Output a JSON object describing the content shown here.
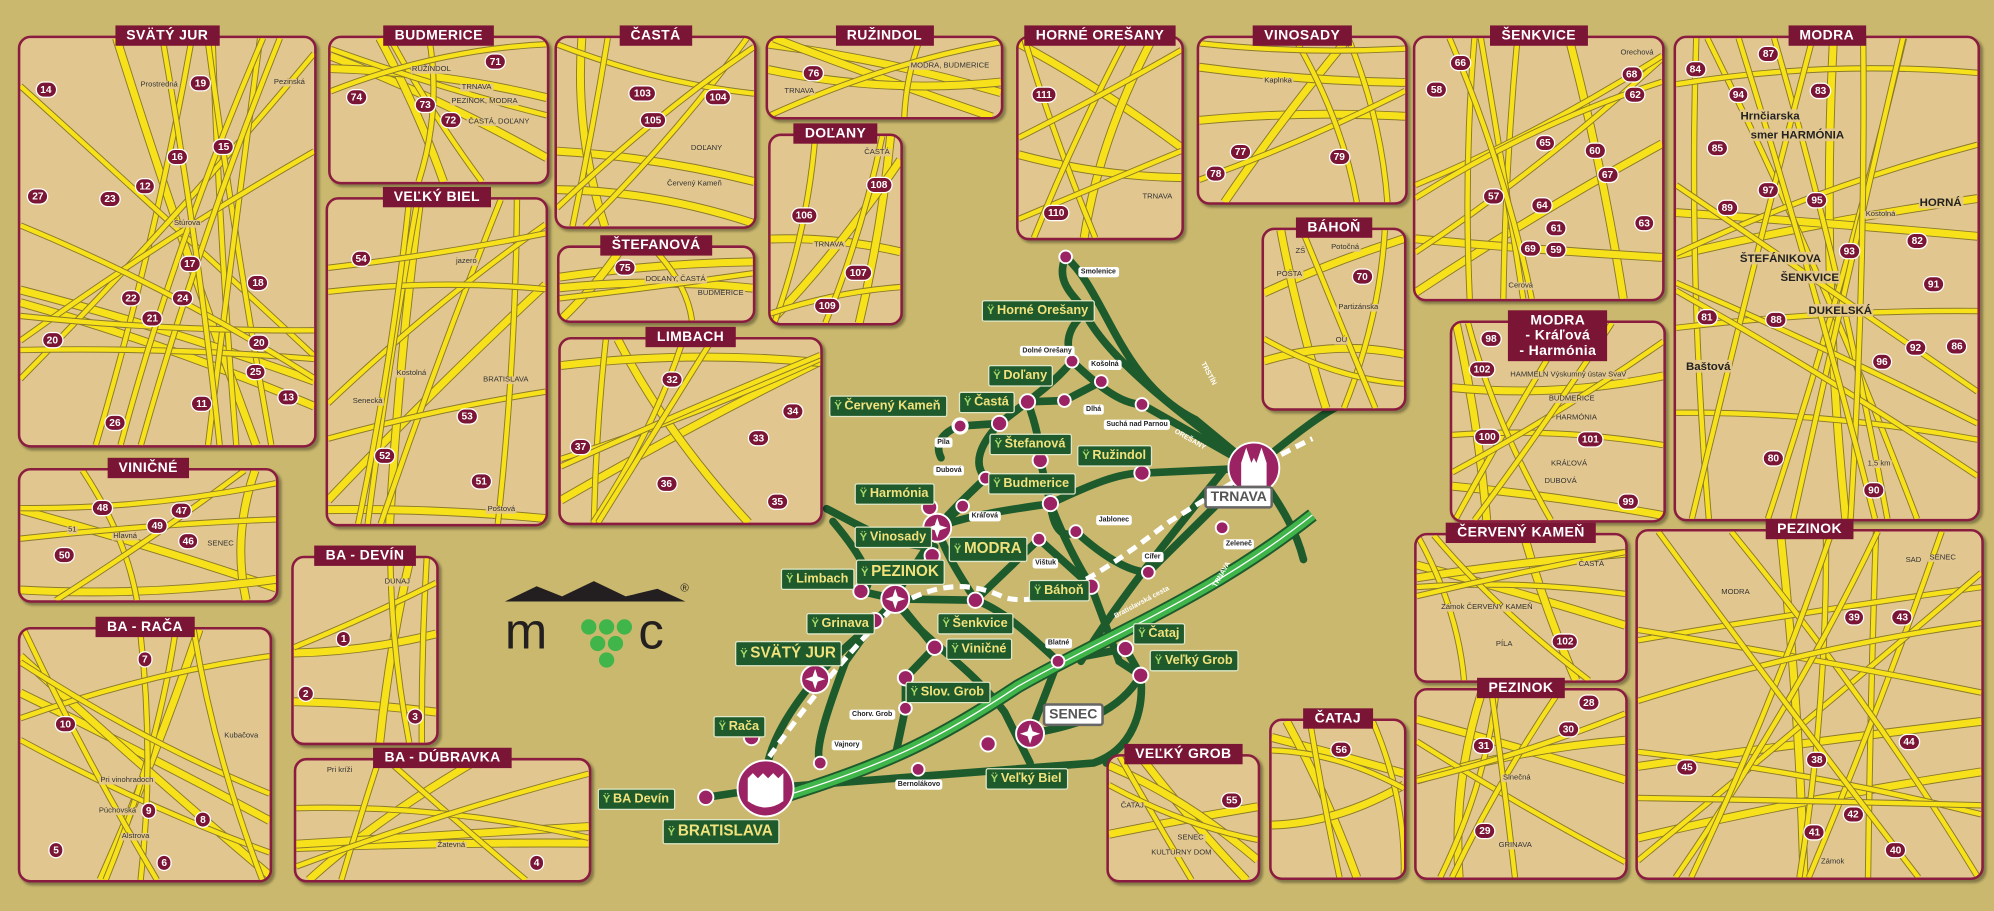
{
  "panels": [
    {
      "id": "svaty-jur",
      "title": "SVÄTÝ JUR",
      "numbers": [
        "20",
        "19",
        "18",
        "24",
        "21",
        "17",
        "22",
        "16",
        "23",
        "15",
        "14",
        "13",
        "25",
        "12",
        "26",
        "20",
        "27",
        "11"
      ],
      "labels": [
        "Prostredná",
        "Štúrova",
        "Pezinská"
      ]
    },
    {
      "id": "budmerice",
      "title": "BUDMERICE",
      "numbers": [
        "74",
        "73",
        "71",
        "72"
      ],
      "labels": [
        "RUŽINDOL",
        "TRNAVA",
        "ČASTÁ, DOĽANY",
        "PEZINOK, MODRA"
      ]
    },
    {
      "id": "casta",
      "title": "ČASTÁ",
      "numbers": [
        "105",
        "104",
        "103"
      ],
      "labels": [
        "DOĽANY",
        "Červený Kameň"
      ]
    },
    {
      "id": "ruzindol",
      "title": "RUŽINDOL",
      "numbers": [
        "76"
      ],
      "labels": [
        "MODRA, BUDMERICE",
        "TRNAVA"
      ]
    },
    {
      "id": "dolany",
      "title": "DOĽANY",
      "numbers": [
        "109",
        "108",
        "106",
        "107"
      ],
      "labels": [
        "ČASTÁ",
        "TRNAVA"
      ]
    },
    {
      "id": "horne-oresany",
      "title": "HORNÉ OREŠANY",
      "numbers": [
        "111",
        "110"
      ],
      "labels": [
        "TRNAVA"
      ]
    },
    {
      "id": "vinosady",
      "title": "VINOSADY",
      "numbers": [
        "77",
        "79",
        "78"
      ],
      "labels": [
        "Kaplnka"
      ]
    },
    {
      "id": "senkvice",
      "title": "ŠENKVICE",
      "numbers": [
        "65",
        "66",
        "58",
        "62",
        "64",
        "57",
        "61",
        "63",
        "60",
        "59",
        "69",
        "67",
        "68"
      ],
      "labels": [
        "Orechová",
        "Cerová"
      ]
    },
    {
      "id": "modra",
      "title": "MODRA",
      "numbers": [
        "97",
        "96",
        "95",
        "94",
        "93",
        "80",
        "91",
        "90",
        "89",
        "81",
        "88",
        "87",
        "86",
        "92",
        "85",
        "84",
        "83",
        "82"
      ],
      "labels": [
        "smer HARMÓNIA",
        "HORNÁ",
        "Baštová",
        "DUKELSKÁ",
        "ŠTEFÁNIKOVA",
        "Hrnčiarska",
        "ŠENKVICE",
        "1,5 km",
        "Kostolná"
      ]
    },
    {
      "id": "velky-biel",
      "title": "VEĽKÝ BIEL",
      "numbers": [
        "54",
        "53",
        "52",
        "51"
      ],
      "labels": [
        "Kostolná",
        "Senecká",
        "Poštová",
        "jazero",
        "BRATISLAVA"
      ]
    },
    {
      "id": "stefanova",
      "title": "ŠTEFANOVÁ",
      "numbers": [
        "75"
      ],
      "labels": [
        "BUDMERICE",
        "DOĽANY, ČASTÁ"
      ]
    },
    {
      "id": "limbach",
      "title": "LIMBACH",
      "numbers": [
        "34",
        "35",
        "36",
        "37",
        "33",
        "32"
      ],
      "labels": []
    },
    {
      "id": "bahon",
      "title": "BÁHOŇ",
      "numbers": [
        "70"
      ],
      "labels": [
        "ZŠ",
        "POŠTA",
        "OÚ",
        "Potočná",
        "Partizánska"
      ]
    },
    {
      "id": "modra-kralova",
      "title": "MODRA\n- Kráľová\n- Harmónia",
      "numbers": [
        "98",
        "99",
        "101",
        "100",
        "102"
      ],
      "labels": [
        "HARMÓNIA",
        "KRÁĽOVÁ",
        "BUDMERICE",
        "DUBOVÁ",
        "HAMMELN Výskumný ústav SvaV"
      ]
    },
    {
      "id": "vinicne",
      "title": "VINIČNÉ",
      "numbers": [
        "49",
        "50",
        "47",
        "48",
        "46"
      ],
      "labels": [
        "Hlavná",
        "SENEC",
        "51"
      ]
    },
    {
      "id": "ba-devin",
      "title": "BA - DEVÍN",
      "numbers": [
        "1",
        "2",
        "3"
      ],
      "labels": [
        "DUNAJ"
      ]
    },
    {
      "id": "ba-raca",
      "title": "BA - RAČA",
      "numbers": [
        "7",
        "8",
        "6",
        "5",
        "9",
        "10"
      ],
      "labels": [
        "Alstrova",
        "Pri vinohradoch",
        "Púchovská",
        "Kubačova"
      ]
    },
    {
      "id": "ba-dubravka",
      "title": "BA - DÚBRAVKA",
      "numbers": [
        "4"
      ],
      "labels": [
        "Žatevná",
        "Pri kríži"
      ]
    },
    {
      "id": "cerveny-kamen",
      "title": "ČERVENÝ KAMEŇ",
      "numbers": [
        "102"
      ],
      "labels": [
        "ČASTÁ",
        "Zámok ČERVENÝ KAMEŇ",
        "PÍLA"
      ]
    },
    {
      "id": "pezinok-big",
      "title": "PEZINOK",
      "numbers": [
        "44",
        "43",
        "41",
        "40",
        "42",
        "45",
        "38",
        "39"
      ],
      "labels": [
        "Zámok",
        "SAD",
        "MODRA",
        "SENEC"
      ]
    },
    {
      "id": "pezinok-small",
      "title": "PEZINOK",
      "numbers": [
        "31",
        "30",
        "29",
        "28"
      ],
      "labels": [
        "GRINAVA",
        "Slnečná"
      ]
    },
    {
      "id": "velky-grob",
      "title": "VEĽKÝ GROB",
      "numbers": [
        "55"
      ],
      "labels": [
        "SENEC",
        "KULTÚRNY DOM",
        "ČATAJ"
      ]
    },
    {
      "id": "cataj",
      "title": "ČATAJ",
      "numbers": [
        "56"
      ],
      "labels": []
    }
  ],
  "network": {
    "wineries": [
      {
        "label": "Horné Orešany",
        "size": "normal"
      },
      {
        "label": "Doľany",
        "size": "normal"
      },
      {
        "label": "Červený Kameň",
        "size": "normal"
      },
      {
        "label": "Častá",
        "size": "normal"
      },
      {
        "label": "Štefanová",
        "size": "normal"
      },
      {
        "label": "Ružindol",
        "size": "normal"
      },
      {
        "label": "Budmerice",
        "size": "normal"
      },
      {
        "label": "Harmónia",
        "size": "normal"
      },
      {
        "label": "Vinosady",
        "size": "normal"
      },
      {
        "label": "MODRA",
        "size": "big"
      },
      {
        "label": "Limbach",
        "size": "normal"
      },
      {
        "label": "PEZINOK",
        "size": "big"
      },
      {
        "label": "Grinava",
        "size": "normal"
      },
      {
        "label": "Báhoň",
        "size": "normal"
      },
      {
        "label": "Šenkvice",
        "size": "normal"
      },
      {
        "label": "Viničné",
        "size": "normal"
      },
      {
        "label": "SVÄTÝ JUR",
        "size": "big"
      },
      {
        "label": "Slov. Grob",
        "size": "normal"
      },
      {
        "label": "Rača",
        "size": "normal"
      },
      {
        "label": "Čataj",
        "size": "normal"
      },
      {
        "label": "Veľký Grob",
        "size": "normal"
      },
      {
        "label": "Veľký Biel",
        "size": "normal"
      },
      {
        "label": "BA Devín",
        "size": "normal"
      },
      {
        "label": "BRATISLAVA",
        "size": "big"
      }
    ],
    "villages": [
      "Smolenice",
      "Dolné Orešany",
      "Košolná",
      "Dlhá",
      "Suchá nad Parnou",
      "Píla",
      "Dubová",
      "Kráľová",
      "Jablonec",
      "Vištuk",
      "Cífer",
      "Zeleneč",
      "Blatné",
      "Chorv. Grob",
      "Vajnory",
      "Bernolákovo"
    ],
    "cities": [
      "TRNAVA",
      "SENEC"
    ],
    "road_labels": [
      "TRSTÍN",
      "OREŠANY",
      "Bratislavská cesta",
      "TRNAVA"
    ]
  },
  "logo": {
    "text": "MVC",
    "mark": "®"
  },
  "colors": {
    "background": "#cab86e",
    "panel": "#e2c690",
    "accent": "#7b1535",
    "road": "#1d5a2c",
    "highway": "#3fb54a",
    "street": "#f7e11a"
  }
}
